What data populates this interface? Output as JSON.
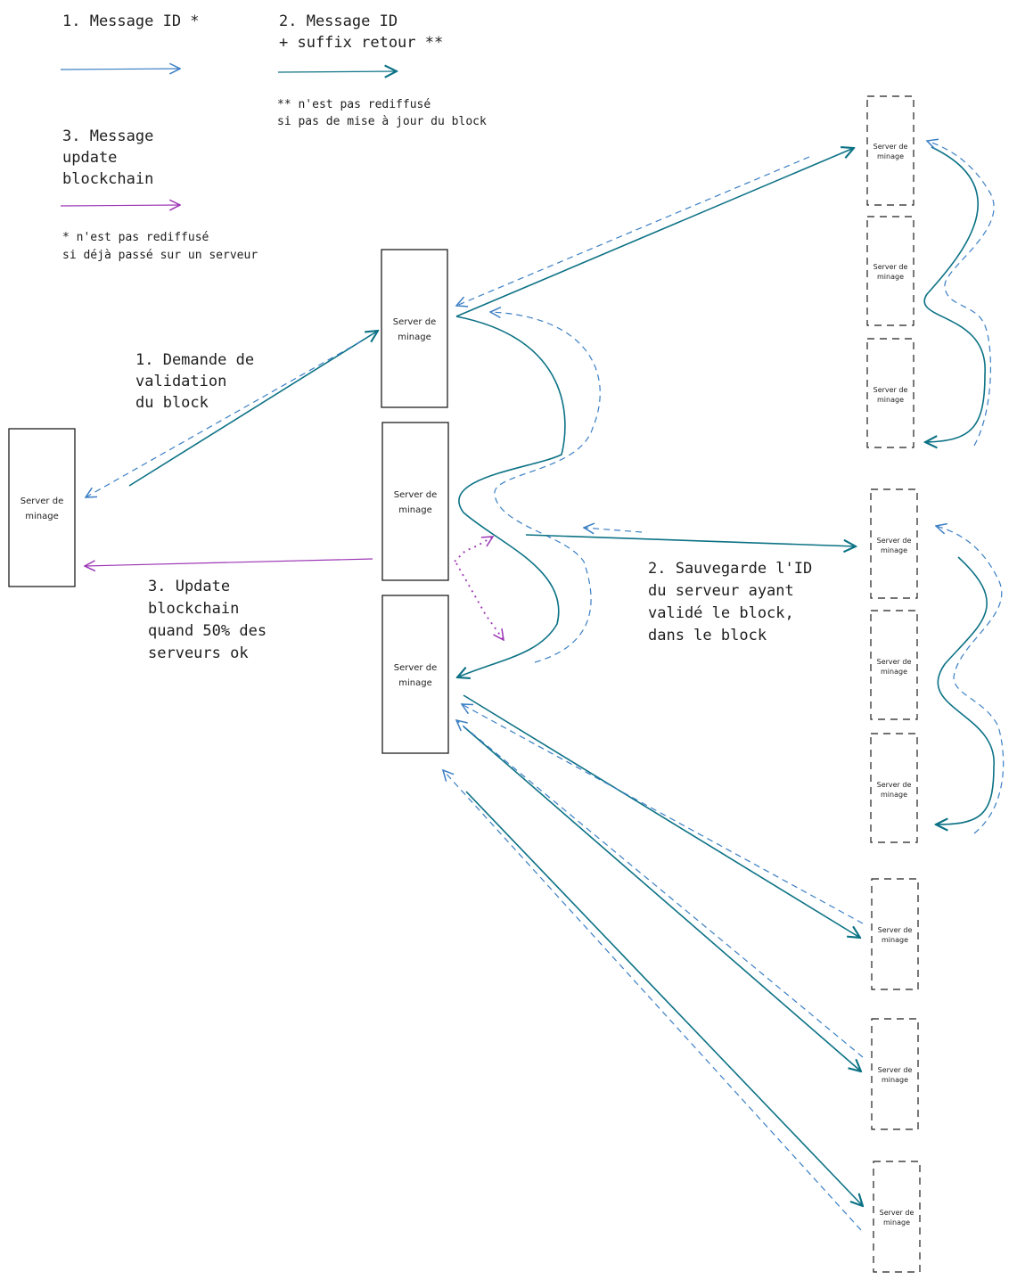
{
  "colors": {
    "blue": "#3b7fc4",
    "teal": "#0c7285",
    "purple": "#9c36b5",
    "ink": "#1e1e1e"
  },
  "legend": {
    "item1": {
      "line1": "1. Message ID *"
    },
    "item2": {
      "line1": "2. Message ID",
      "line2": "+ suffix retour **"
    },
    "item2_note": {
      "line1": "** n'est pas rediffusé",
      "line2": "si pas de mise à jour du block"
    },
    "item3": {
      "line1": "3. Message",
      "line2": "update",
      "line3": "blockchain"
    },
    "item1_note": {
      "line1": "* n'est pas rediffusé",
      "line2": "si déjà passé sur un serveur"
    }
  },
  "annotations": {
    "step1": {
      "line1": "1. Demande de",
      "line2": "validation",
      "line3": "du block"
    },
    "step2": {
      "line1": "2. Sauvegarde l'ID",
      "line2": "du serveur ayant",
      "line3": "validé le block,",
      "line4": "dans le block"
    },
    "step3": {
      "line1": "3. Update",
      "line2": "blockchain",
      "line3": "quand 50% des",
      "line4": "serveurs ok"
    }
  },
  "server_label": {
    "line1": "Server de",
    "line2": "minage"
  }
}
